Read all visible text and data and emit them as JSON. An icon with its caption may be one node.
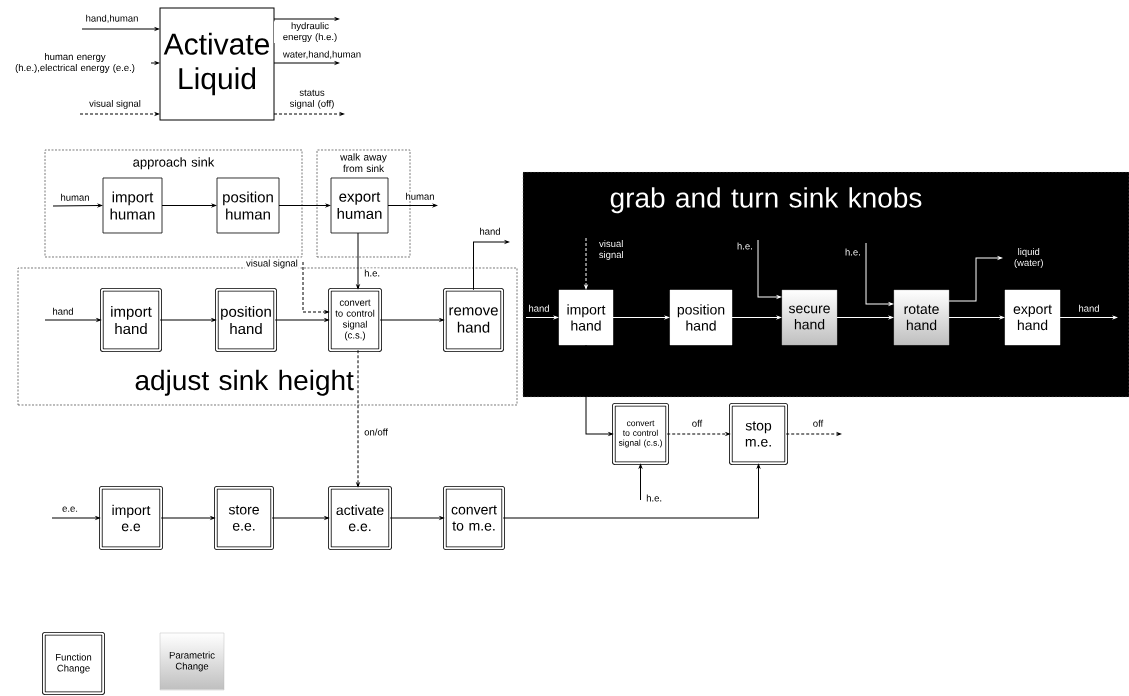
{
  "diagram": {
    "nodes": [
      {
        "text": [
          "Activate Liquid"
        ]
      },
      {
        "text": [
          "approach sink"
        ]
      },
      {
        "text": [
          "import human"
        ],
        "in": 1
      },
      {
        "text": [
          "position human"
        ],
        "in": 1
      },
      {
        "text": [
          "walk away from sink"
        ]
      },
      {
        "text": [
          "export human"
        ],
        "in": 4
      },
      {
        "text": [
          "adjust sink height"
        ]
      },
      {
        "text": [
          "import hand"
        ],
        "in": 6
      },
      {
        "text": [
          "position hand"
        ],
        "in": 6
      },
      {
        "text": [
          "convert to control signal (c.s.)"
        ],
        "in": 6
      },
      {
        "text": [
          "remove hand"
        ],
        "in": 6
      },
      {
        "text": [
          "grab and turn sink knobs"
        ]
      },
      {
        "text": [
          "import hand"
        ],
        "in": 11
      },
      {
        "text": [
          "position hand"
        ],
        "in": 11
      },
      {
        "text": [
          "secure hand"
        ],
        "in": 11
      },
      {
        "text": [
          "rotate hand"
        ],
        "in": 11
      },
      {
        "text": [
          "export hand"
        ],
        "in": 11
      },
      {
        "text": [
          "convert to control signal (c.s.)"
        ]
      },
      {
        "text": [
          "stop m.e."
        ]
      },
      {
        "text": [
          "import e.e"
        ]
      },
      {
        "text": [
          "store e.e."
        ]
      },
      {
        "text": [
          "activate e.e."
        ]
      },
      {
        "text": [
          "convert to m.e."
        ]
      }
    ],
    "edges": [
      {
        "from": null,
        "to": 0,
        "arrow": "to",
        "label": "hand,human"
      },
      {
        "from": null,
        "to": 0,
        "arrow": "to",
        "label": "human energy (h.e.),electrical energy (e.e.)"
      },
      {
        "from": null,
        "to": 0,
        "arrow": "to",
        "label": "visual signal",
        "style": "dashed"
      },
      {
        "from": 0,
        "to": null,
        "arrow": "to",
        "label": "hydraulic energy (h.e.)"
      },
      {
        "from": 0,
        "to": null,
        "arrow": "to",
        "label": "water,hand,human"
      },
      {
        "from": 0,
        "to": null,
        "arrow": "to",
        "label": "status signal (off)",
        "style": "dashed"
      },
      {
        "from": null,
        "to": 2,
        "arrow": "to",
        "label": "human"
      },
      {
        "from": 2,
        "to": 3,
        "arrow": "to"
      },
      {
        "from": 3,
        "to": 5,
        "arrow": "to"
      },
      {
        "from": 5,
        "to": null,
        "arrow": "to",
        "label": "human"
      },
      {
        "from": null,
        "to": 7,
        "arrow": "to",
        "label": "hand"
      },
      {
        "from": 7,
        "to": 8,
        "arrow": "to"
      },
      {
        "from": 8,
        "to": 9,
        "arrow": "to"
      },
      {
        "from": 9,
        "to": 10,
        "arrow": "to"
      },
      {
        "from": 10,
        "to": null,
        "arrow": "to",
        "label": "hand"
      },
      {
        "from": 5,
        "to": 9,
        "arrow": "to",
        "label": "h.e."
      },
      {
        "from": null,
        "to": 9,
        "arrow": "to",
        "label": "visual signal",
        "style": "dashed"
      },
      {
        "from": 9,
        "to": 21,
        "arrow": "to",
        "label": "on/off",
        "style": "dashed"
      },
      {
        "from": null,
        "to": 12,
        "arrow": "to",
        "label": "hand",
        "color": "#ffffff"
      },
      {
        "from": null,
        "to": 12,
        "arrow": "to",
        "label": "visual signal",
        "style": "dashed",
        "color": "#ffffff"
      },
      {
        "from": 12,
        "to": 13,
        "arrow": "to",
        "color": "#ffffff"
      },
      {
        "from": 13,
        "to": 14,
        "arrow": "to",
        "color": "#ffffff"
      },
      {
        "from": 14,
        "to": 15,
        "arrow": "to",
        "color": "#ffffff"
      },
      {
        "from": 15,
        "to": 16,
        "arrow": "to",
        "color": "#ffffff"
      },
      {
        "from": 16,
        "to": null,
        "arrow": "to",
        "label": "hand",
        "color": "#ffffff"
      },
      {
        "from": null,
        "to": 14,
        "arrow": "to",
        "label": "h.e.",
        "color": "#ffffff"
      },
      {
        "from": null,
        "to": 15,
        "arrow": "to",
        "label": "h.e.",
        "color": "#ffffff"
      },
      {
        "from": 15,
        "to": null,
        "arrow": "to",
        "label": "liquid (water)",
        "color": "#ffffff"
      },
      {
        "from": 12,
        "to": 17,
        "arrow": "to"
      },
      {
        "from": 17,
        "to": 18,
        "arrow": "to",
        "label": "off",
        "style": "dashed"
      },
      {
        "from": 18,
        "to": null,
        "arrow": "to",
        "label": "off",
        "style": "dashed"
      },
      {
        "from": null,
        "to": 17,
        "arrow": "to",
        "label": "h.e."
      },
      {
        "from": null,
        "to": 19,
        "arrow": "to",
        "label": "e.e."
      },
      {
        "from": 19,
        "to": 20,
        "arrow": "to"
      },
      {
        "from": 20,
        "to": 21,
        "arrow": "to"
      },
      {
        "from": 21,
        "to": 22,
        "arrow": "to"
      },
      {
        "from": 22,
        "to": 18,
        "arrow": "to"
      }
    ],
    "legend": [
      {
        "text": "Function Change"
      },
      {
        "text": "Parametric Change"
      }
    ]
  }
}
